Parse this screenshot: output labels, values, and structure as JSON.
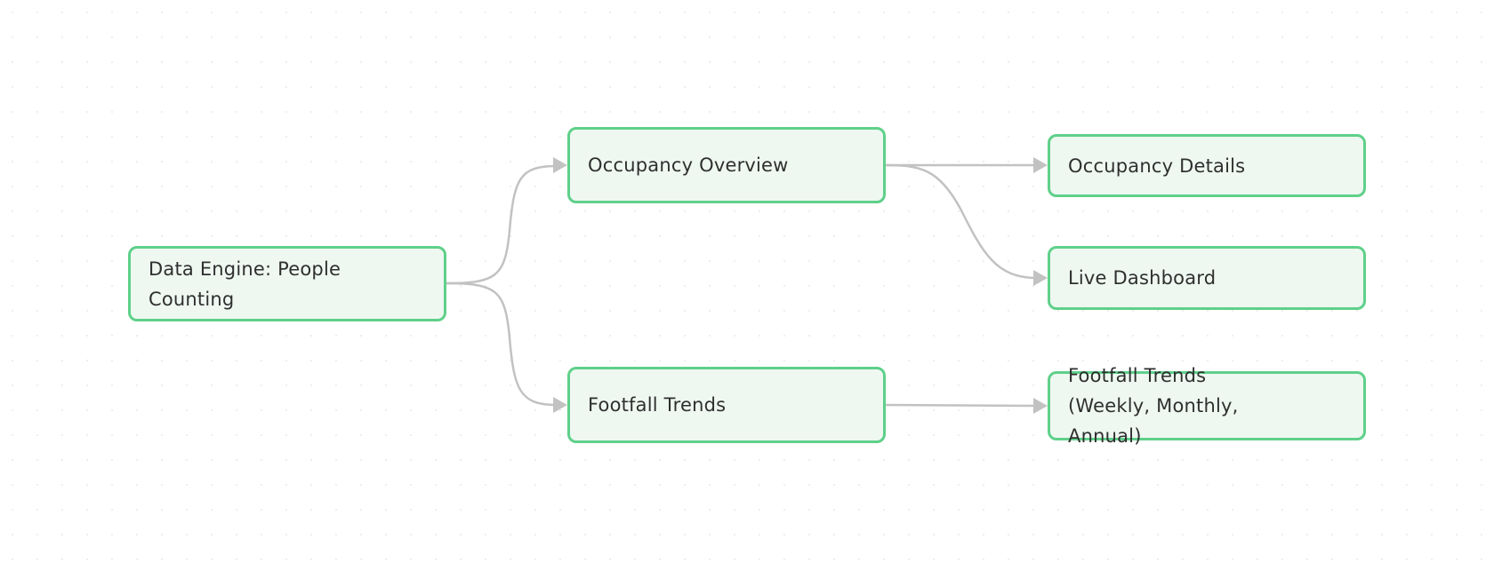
{
  "diagram": {
    "nodes": [
      {
        "id": "root",
        "label": "Data Engine: People Counting"
      },
      {
        "id": "occ",
        "label": "Occupancy Overview"
      },
      {
        "id": "foot",
        "label": "Footfall Trends"
      },
      {
        "id": "occdet",
        "label": "Occupancy Details"
      },
      {
        "id": "live",
        "label": "Live Dashboard"
      },
      {
        "id": "ftw",
        "label": "Footfall Trends (Weekly, Monthly, Annual)"
      }
    ],
    "edges": [
      {
        "from": "root",
        "to": "occ"
      },
      {
        "from": "root",
        "to": "foot"
      },
      {
        "from": "occ",
        "to": "occdet"
      },
      {
        "from": "occ",
        "to": "live"
      },
      {
        "from": "foot",
        "to": "ftw"
      }
    ],
    "colors": {
      "node_border": "#5fd08a",
      "node_fill": "#eef8f1",
      "edge": "#c2c2c2",
      "text": "#2f2f2f"
    }
  }
}
